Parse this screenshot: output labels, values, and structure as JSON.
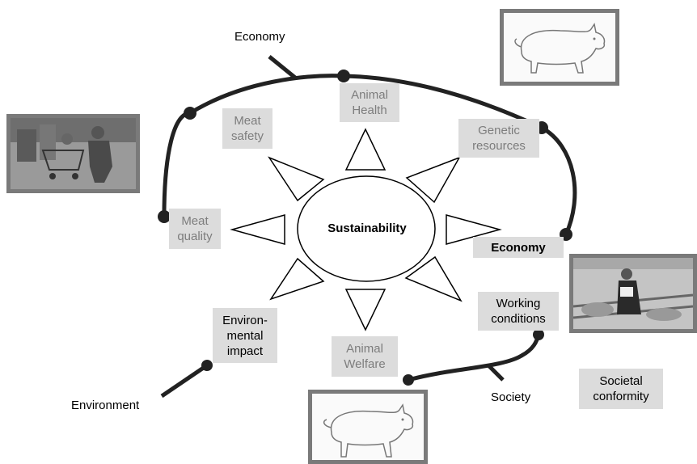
{
  "center": {
    "label": "Sustainability"
  },
  "axes": {
    "economy_top": "Economy",
    "environment": "Environment",
    "society": "Society"
  },
  "boxes": {
    "animal_health": "Animal\nHealth",
    "meat_safety": "Meat\nsafety",
    "genetic_resources": "Genetic\nresources",
    "meat_quality": "Meat\nquality",
    "economy": "Economy",
    "environmental_impact": "Environ-\nmental\nimpact",
    "animal_welfare": "Animal\nWelfare",
    "working_conditions": "Working\nconditions",
    "societal_conformity": "Societal\nconformity"
  },
  "images": {
    "pig_top": "pig-line-drawing",
    "shopping": "shopper-with-cart-illustration",
    "farmer": "farmer-in-pig-barn-photo",
    "pig_bottom": "pig-line-drawing"
  },
  "colors": {
    "box_fill": "#dcdcdc",
    "grey_text": "#7d7d7d",
    "curve": "#222222",
    "frame": "#7a7a7a"
  }
}
